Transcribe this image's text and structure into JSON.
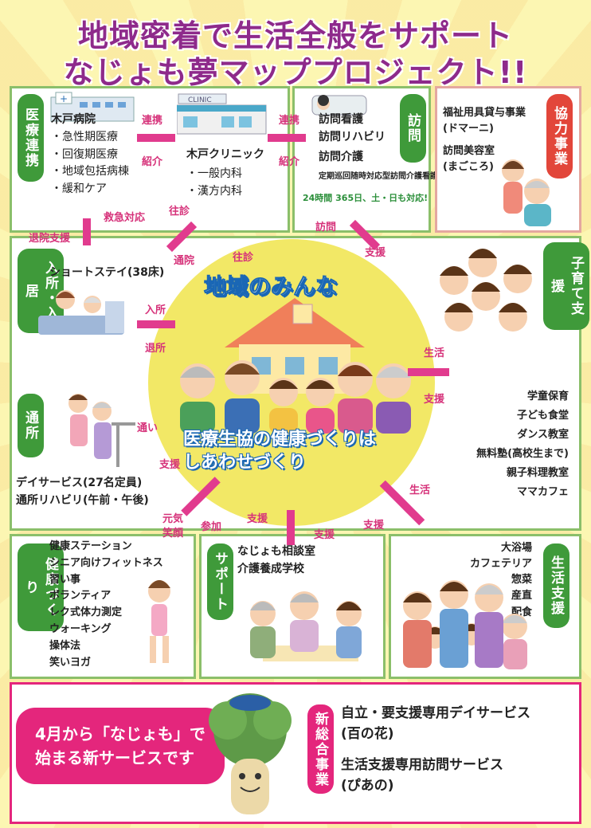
{
  "title_line1": "地域密着で生活全般をサポート",
  "title_line2": "なじょも夢マッププロジェクト!!",
  "medical": {
    "tag": "医療連携",
    "hospital": "木戸病院",
    "hospital_items": [
      "・急性期医療",
      "・回復期医療",
      "・地域包括病棟",
      "・緩和ケア"
    ],
    "clinic_sign": "CLINIC",
    "clinic": "木戸クリニック",
    "clinic_items": [
      "・一般内科",
      "・漢方内科"
    ]
  },
  "visit": {
    "tag": "訪問",
    "items": [
      "訪問看護",
      "訪問リハビリ",
      "訪問介護"
    ],
    "extra": "定期巡回随時対応型訪問介護看護",
    "hours": "24時間 365日、土・日も対応!"
  },
  "cooperation": {
    "tag": "協力事業",
    "items": [
      "福祉用具貸与事業",
      "(ドマーニ)",
      "訪問美容室",
      "(まごころ)"
    ]
  },
  "residence": {
    "tag": "入所・入居",
    "text": "ショートステイ(38床)"
  },
  "day": {
    "tag": "通所",
    "items": [
      "デイサービス(27名定員)",
      "通所リハビリ(午前・午後)"
    ]
  },
  "child": {
    "tag": "子育て支援",
    "items": [
      "学童保育",
      "子ども食堂",
      "ダンス教室",
      "無料塾(高校生まで)",
      "親子料理教室",
      "ママカフェ"
    ]
  },
  "health": {
    "tag": "健康づくり",
    "items": [
      "健康ステーション",
      "シニア向けフィットネス",
      "習い事",
      "ボランティア",
      "レク式体力測定",
      "ウォーキング",
      "操体法",
      "笑いヨガ"
    ]
  },
  "support": {
    "tag": "サポート",
    "items": [
      "なじょも相談室",
      "介護養成学校"
    ]
  },
  "life": {
    "tag": "生活支援",
    "items": [
      "大浴場",
      "カフェテリア",
      "惣菜",
      "産直",
      "配食"
    ]
  },
  "center": {
    "top": "地域のみんな",
    "bottom1": "医療生協の健康づくりは",
    "bottom2": "しあわせづくり"
  },
  "arrows": {
    "renkei1": "連携",
    "shokai1": "紹介",
    "renkei2": "連携",
    "shokai2": "紹介",
    "kyukyu": "救急対応",
    "taiin": "退院支援",
    "oushin1": "往診",
    "tsuuin": "通院",
    "oushin2": "往診",
    "houmon": "訪問",
    "shien1": "支援",
    "nyusho": "入所",
    "taisho": "退所",
    "seikatsu1": "生活",
    "shien2": "支援",
    "kayoi": "通い",
    "shien3": "支援",
    "genki": "元気",
    "egao": "笑顔",
    "sanka": "参加",
    "shien4": "支援",
    "shien5": "支援",
    "seikatsu2": "生活",
    "shien6": "支援"
  },
  "new": {
    "bubble1": "4月から「なじょも」で",
    "bubble2": "始まる新サービスです",
    "tag": "新総合事業",
    "s1": "自立・要支援専用デイサービス",
    "s1b": "(百の花)",
    "s2": "生活支援専用訪問サービス",
    "s2b": "(ぴあの)"
  }
}
